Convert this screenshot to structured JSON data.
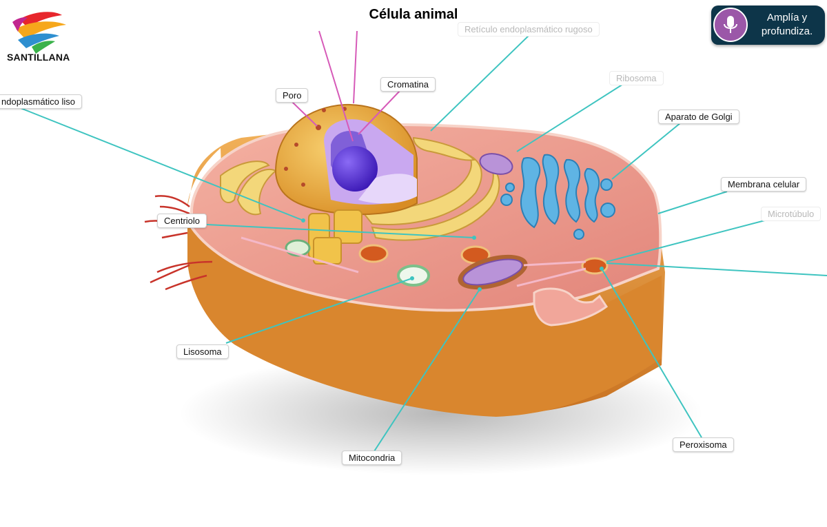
{
  "title": "Célula animal",
  "logo": {
    "text": "SANTILLANA",
    "icon": "santillana-logo-icon"
  },
  "amplia_button": {
    "line1": "Amplía y",
    "line2": "profundiza.",
    "icon": "microphone-icon"
  },
  "labels": {
    "reticulo_rugoso": "Retículo endoplasmático rugoso",
    "reticulo_liso": "ndoplasmático liso",
    "poro": "Poro",
    "cromatina": "Cromatina",
    "ribosoma": "Ribosoma",
    "aparato_golgi": "Aparato de Golgi",
    "membrana_celular": "Membrana celular",
    "microtubulo": "Microtúbulo",
    "centriolo": "Centriolo",
    "lisosoma": "Lisosoma",
    "mitocondria": "Mitocondria",
    "peroxisoma": "Peroxisoma"
  },
  "colors": {
    "leader_line": "#3ec4c0",
    "pink_line": "#d65ab8",
    "outer_cell": "#e49a3c",
    "cytoplasm": "#e9988a",
    "nucleus": "#e8a43a",
    "nucleolus": "#5a2fd6",
    "golgi": "#4aa3d6",
    "mitochondria": "#a77ac8",
    "badge_bg": "#0d3549",
    "mic_bg": "#9b57a8"
  }
}
